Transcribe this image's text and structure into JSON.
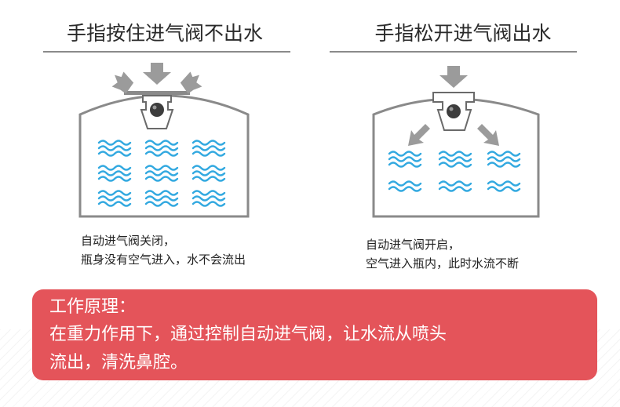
{
  "left": {
    "title": "手指按住进气阀不出水",
    "caption_line1": "自动进气阀关闭，",
    "caption_line2": "瓶身没有空气进入，水不会流出"
  },
  "right": {
    "title": "手指松开进气阀出水",
    "caption_line1": "自动进气阀开启，",
    "caption_line2": "空气进入瓶内，此时水流不断"
  },
  "principle": {
    "heading": "工作原理：",
    "line1": "在重力作用下，通过控制自动进气阀，让水流从喷头",
    "line2": "流出，清洗鼻腔。"
  },
  "colors": {
    "accent_red": "#e4545a",
    "water_blue": "#33a9e0",
    "arrow_gray": "#9b9b9b",
    "outline_gray": "#8a8a8a"
  },
  "icons": [
    "down-arrow-icon",
    "valve-icon",
    "water-wave-icon"
  ]
}
